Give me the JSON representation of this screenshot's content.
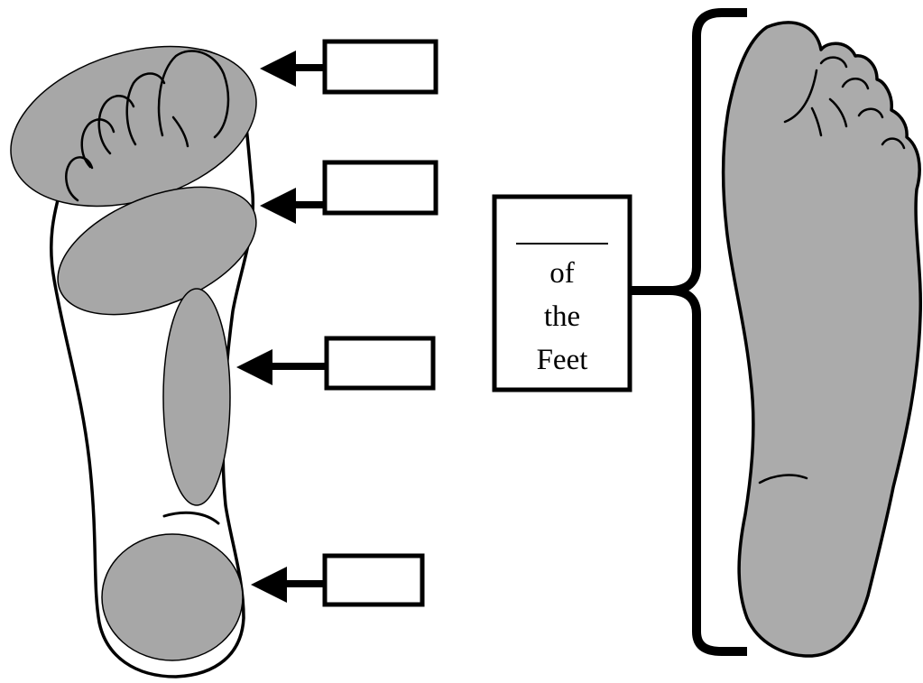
{
  "diagram": {
    "label_answer_boxes": [
      "",
      "",
      "",
      ""
    ],
    "center_box": {
      "blank": "",
      "lines": [
        "of",
        "the",
        "Feet"
      ]
    }
  },
  "colors": {
    "region_fill": "#a7a7a7",
    "outline": "#000000",
    "background": "#ffffff"
  }
}
